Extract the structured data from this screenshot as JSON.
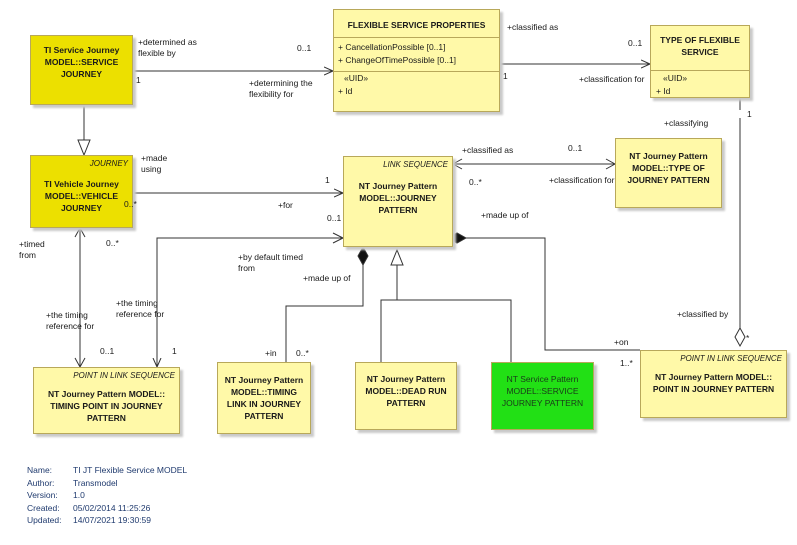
{
  "boxes": {
    "ti_service_journey": {
      "title": "TI Service Journey\nMODEL::SERVICE\nJOURNEY"
    },
    "flexible_service_properties": {
      "title": "FLEXIBLE SERVICE PROPERTIES",
      "attrs": [
        "+   CancellationPossible [0..1]",
        "+   ChangeOfTimePossible [0..1]"
      ],
      "uid": "«UID»",
      "uid_attr": "+   Id"
    },
    "type_of_flexible_service": {
      "title": "TYPE OF FLEXIBLE\nSERVICE",
      "uid": "«UID»",
      "uid_attr": "+   Id"
    },
    "ti_vehicle_journey": {
      "stereotype": "JOURNEY",
      "title": "TI Vehicle Journey\nMODEL::VEHICLE\nJOURNEY"
    },
    "nt_journey_pattern": {
      "stereotype": "LINK SEQUENCE",
      "title": "NT Journey Pattern\nMODEL::JOURNEY\nPATTERN"
    },
    "nt_type_of_journey_pattern": {
      "title": "NT Journey Pattern\nMODEL::TYPE OF\nJOURNEY PATTERN"
    },
    "timing_point_in_journey_pattern": {
      "stereotype": "POINT IN LINK SEQUENCE",
      "title": "NT Journey Pattern MODEL::\nTIMING POINT IN JOURNEY\nPATTERN"
    },
    "timing_link_in_journey_pattern": {
      "title": "NT Journey Pattern\nMODEL::TIMING\nLINK IN JOURNEY\nPATTERN"
    },
    "dead_run_pattern": {
      "title": "NT Journey Pattern\nMODEL::DEAD RUN\nPATTERN"
    },
    "service_journey_pattern": {
      "title": "NT Service Pattern\nMODEL::SERVICE\nJOURNEY PATTERN"
    },
    "point_in_journey_pattern": {
      "stereotype": "POINT IN LINK SEQUENCE",
      "title": "NT Journey Pattern MODEL::\nPOINT IN JOURNEY PATTERN"
    }
  },
  "labels": {
    "determined_as": "+determined as\nflexible  by",
    "m_01_a": "0..1",
    "m_1_a": "1",
    "determining": "+determining the\nflexibility for",
    "classified_as_top": "+classified as",
    "m_01_b": "0..1",
    "m_1_b": "1",
    "classification_for_top": "+classification for",
    "m_1_c": "1",
    "classifying": "+classifying",
    "made_using": "+made\nusing",
    "m_1_d": "1",
    "for": "+for",
    "m_0star_a": "0..*",
    "m_01_c": "0..1",
    "classified_as_mid": "+classified as",
    "m_01_d": "0..1",
    "m_0star_b": "0..*",
    "classification_for_mid": "+classification for",
    "made_up_of_right": "+made up of",
    "timed_from": "+timed\nfrom",
    "m_0star_c": "0..*",
    "by_default_timed_from": "+by default timed\nfrom",
    "made_up_of_mid": "+made up of",
    "timing_reference_left": "+the timing\nreference for",
    "m_01_e": "0..1",
    "timing_reference_right": "+the timing\nreference for",
    "m_1_e": "1",
    "in": "+in",
    "m_0star_d": "0..*",
    "on": "+on",
    "m_1star": "1..*",
    "classified_by": "+classified by",
    "m_star": "*"
  },
  "metadata": [
    {
      "key": "Name:",
      "value": "TI JT Flexible Service MODEL"
    },
    {
      "key": "Author:",
      "value": "Transmodel"
    },
    {
      "key": "Version:",
      "value": "1.0"
    },
    {
      "key": "Created:",
      "value": "05/02/2014 11:25:26"
    },
    {
      "key": "Updated:",
      "value": "14/07/2021 19:30:59"
    }
  ]
}
